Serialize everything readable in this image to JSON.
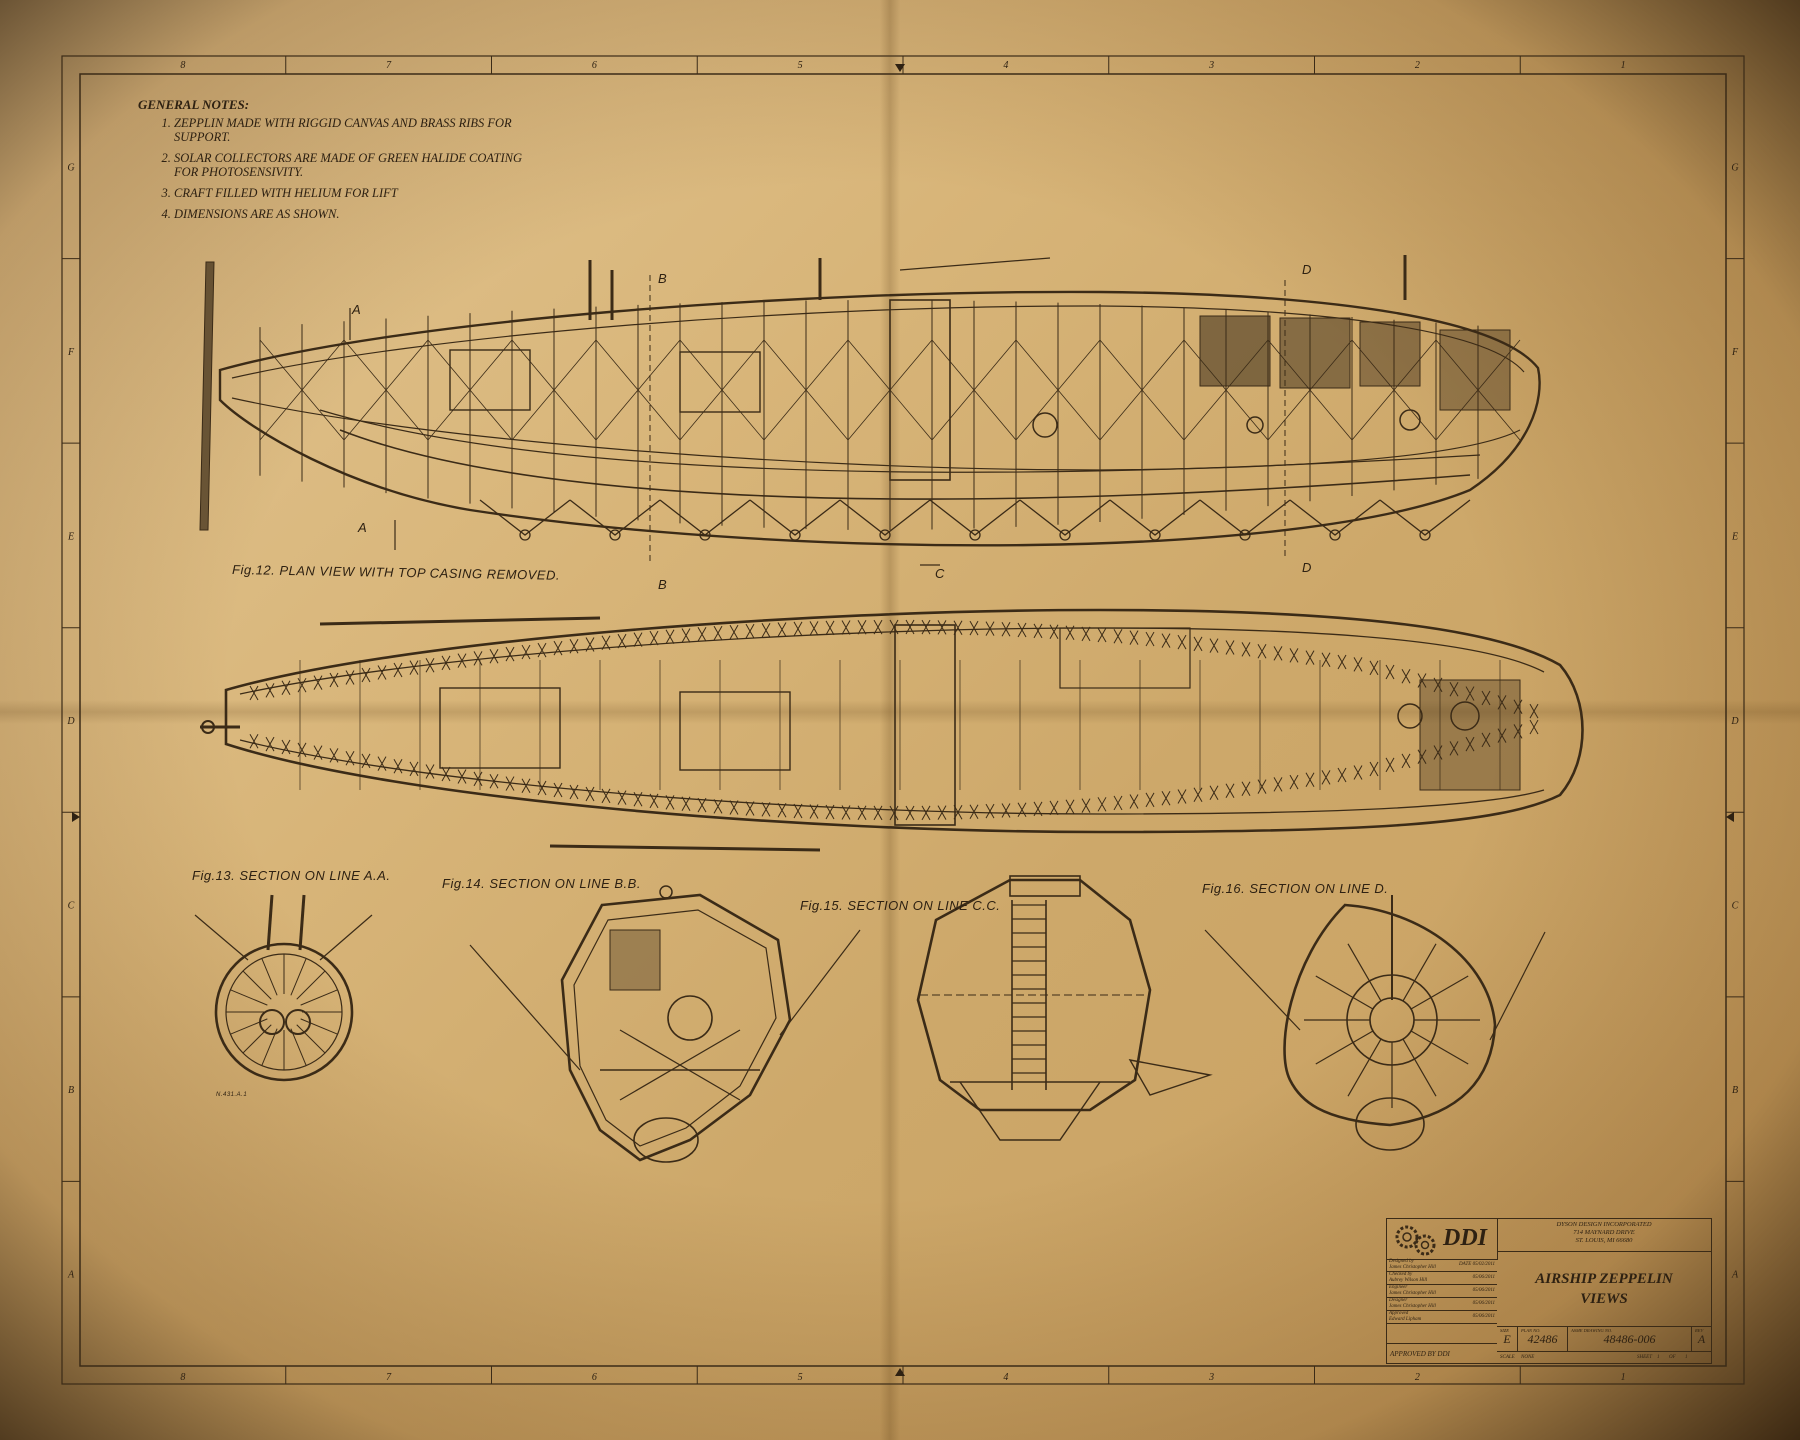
{
  "general_notes": {
    "title": "GENERAL NOTES:",
    "items": [
      "ZEPPLIN MADE WITH RIGGID CANVAS AND BRASS RIBS FOR SUPPORT.",
      "SOLAR COLLECTORS ARE MADE OF GREEN HALIDE COATING FOR PHOTOSENSIVITY.",
      "CRAFT FILLED WITH HELIUM FOR LIFT",
      "DIMENSIONS ARE AS SHOWN."
    ]
  },
  "border": {
    "columns": [
      "8",
      "7",
      "6",
      "5",
      "4",
      "3",
      "2",
      "1"
    ],
    "rows": [
      "G",
      "F",
      "E",
      "D",
      "C",
      "B",
      "A"
    ]
  },
  "figures": {
    "fig12": "Fig.12. PLAN VIEW WITH TOP CASING REMOVED.",
    "fig13": "Fig.13. SECTION ON LINE A.A.",
    "fig14": "Fig.14. SECTION ON LINE B.B.",
    "fig15": "Fig.15. SECTION ON LINE C.C.",
    "fig16": "Fig.16. SECTION ON LINE D.",
    "small_mark": "N.431.A.1"
  },
  "section_markers": {
    "a": "A",
    "b": "B",
    "c": "C",
    "d": "D"
  },
  "title_block": {
    "logo": "DDI",
    "company": [
      "DYSON DESIGN INCORPORATED",
      "714 MAYNARD DRIVE",
      "St. Louis, MI 66680"
    ],
    "title_line1": "AIRSHIP ZEPPELIN",
    "title_line2": "VIEWS",
    "approvals": [
      {
        "role": "Designed by",
        "name": "James Christopher Hill",
        "date": "DATE 05/02/2011"
      },
      {
        "role": "Checked by",
        "name": "Aubrey Wilson Hill",
        "date": "05/06/2011"
      },
      {
        "role": "Engineer",
        "name": "James Christopher Hill",
        "date": "05/06/2011"
      },
      {
        "role": "Designer",
        "name": "James Christopher Hill",
        "date": "05/06/2011"
      },
      {
        "role": "Approved",
        "name": "Edward Lipham",
        "date": "05/06/2011"
      }
    ],
    "approved_by": "APPROVED BY DDI",
    "size_label": "SIZE",
    "size": "E",
    "plan_label": "PLAN NO.",
    "plan_no": "42486",
    "drawing_label": "ASME DRAWING NO.",
    "drawing_no": "48486-006",
    "rev_label": "REV",
    "rev": "A",
    "scale_label": "SCALE",
    "scale": "NONE",
    "sheet_label": "SHEET",
    "sheet": "1",
    "of_label": "OF",
    "sheet_total": "1"
  },
  "colors": {
    "paper": "#d8b579",
    "ink": "#3b2b17",
    "burn": "#2d1c0a"
  }
}
